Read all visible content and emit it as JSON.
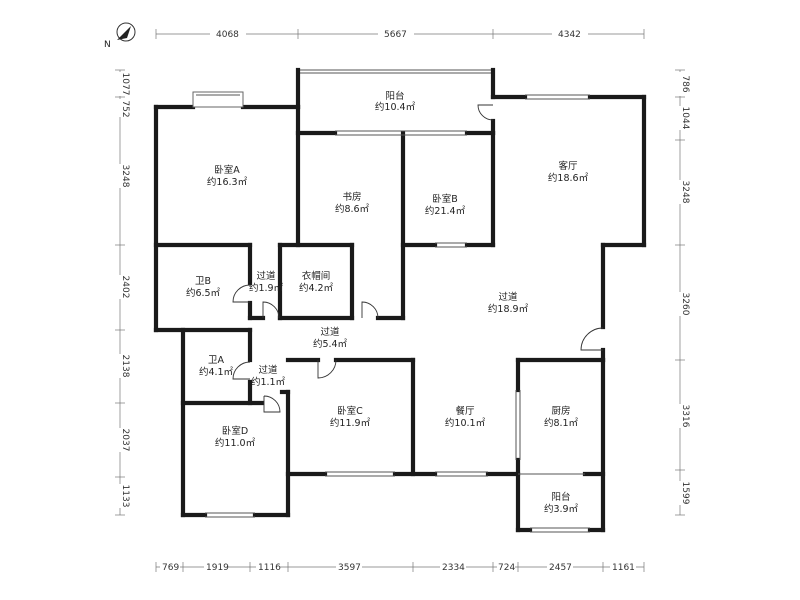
{
  "compass": {
    "north_label": "N"
  },
  "rooms": [
    {
      "key": "balcony_top",
      "name": "阳台",
      "area": "约10.4㎡"
    },
    {
      "key": "bedroom_a",
      "name": "卧室A",
      "area": "约16.3㎡"
    },
    {
      "key": "study",
      "name": "书房",
      "area": "约8.6㎡"
    },
    {
      "key": "bedroom_b",
      "name": "卧室B",
      "area": "约21.4㎡"
    },
    {
      "key": "living",
      "name": "客厅",
      "area": "约18.6㎡"
    },
    {
      "key": "bath_b",
      "name": "卫B",
      "area": "约6.5㎡"
    },
    {
      "key": "passage_1",
      "name": "过道",
      "area": "约1.9㎡"
    },
    {
      "key": "cloakroom",
      "name": "衣帽间",
      "area": "约4.2㎡"
    },
    {
      "key": "passage_main",
      "name": "过道",
      "area": "约18.9㎡"
    },
    {
      "key": "passage_2",
      "name": "过道",
      "area": "约5.4㎡"
    },
    {
      "key": "bath_a",
      "name": "卫A",
      "area": "约4.1㎡"
    },
    {
      "key": "passage_3",
      "name": "过道",
      "area": "约1.1㎡"
    },
    {
      "key": "bedroom_d",
      "name": "卧室D",
      "area": "约11.0㎡"
    },
    {
      "key": "bedroom_c",
      "name": "卧室C",
      "area": "约11.9㎡"
    },
    {
      "key": "dining",
      "name": "餐厅",
      "area": "约10.1㎡"
    },
    {
      "key": "kitchen",
      "name": "厨房",
      "area": "约8.1㎡"
    },
    {
      "key": "balcony_bottom",
      "name": "阳台",
      "area": "约3.9㎡"
    }
  ],
  "dimensions": {
    "top": [
      "4068",
      "5667",
      "4342"
    ],
    "bottom": [
      "769",
      "1919",
      "1116",
      "3597",
      "2334",
      "724",
      "2457",
      "1161"
    ],
    "left": [
      "1077",
      "752",
      "3248",
      "2402",
      "2138",
      "2037",
      "1133"
    ],
    "right": [
      "786",
      "1044",
      "3248",
      "3260",
      "3316",
      "1599"
    ]
  }
}
